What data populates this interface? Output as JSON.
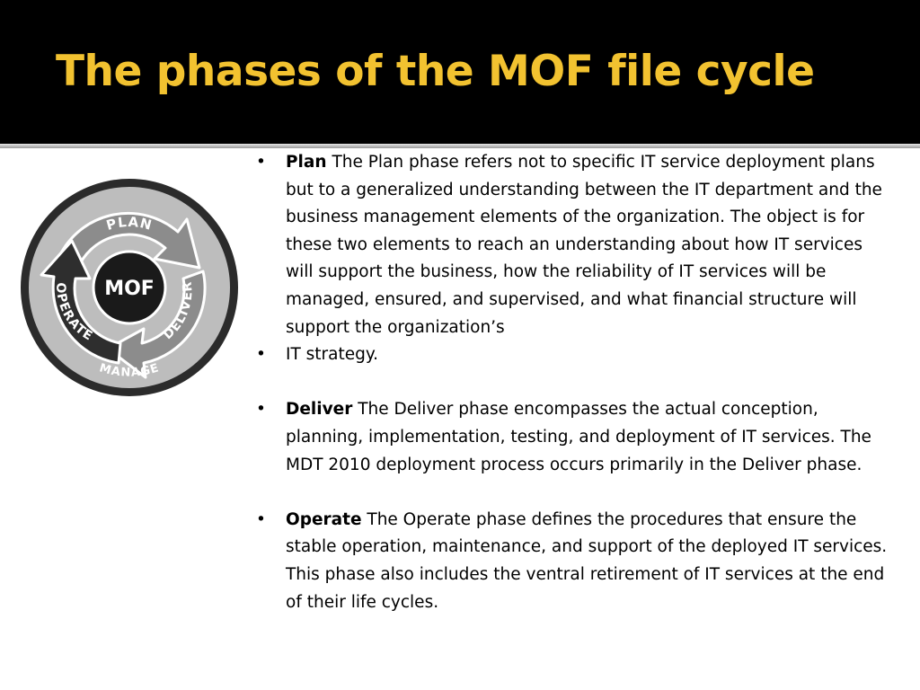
{
  "slide": {
    "title": "The phases of the MOF file cycle"
  },
  "diagram": {
    "center_label": "MOF",
    "phases": [
      "PLAN",
      "DELIVER",
      "OPERATE"
    ],
    "outer_label": "MANAGE",
    "colors": {
      "outer_ring": "#2b2b2b",
      "ring_fill": "#bdbdbd",
      "arrow_fill": "#8c8c8c",
      "center": "#1a1a1a",
      "label_text": "#ffffff"
    }
  },
  "bullets": [
    {
      "term": "Plan",
      "text": " The Plan phase refers not to specific IT service deployment plans but to a generalized understanding between the IT department and the business management elements of the organization. The object is for these two elements to reach an understanding about how IT services will support the business, how the reliability of IT services will be managed, ensured, and supervised, and what financial structure will support the organization’s"
    },
    {
      "term": "",
      "text": "IT strategy."
    },
    {
      "term": "Deliver",
      "text": " The Deliver phase encompasses the actual conception, planning, implementation, testing, and deployment of IT services. The MDT 2010 deployment process occurs primarily in the Deliver phase."
    },
    {
      "term": "Operate",
      "text": " The Operate phase defines the procedures that ensure the stable operation, maintenance, and support of the deployed IT services. This phase also includes the ventral retirement of IT services at the end of their life cycles."
    }
  ]
}
